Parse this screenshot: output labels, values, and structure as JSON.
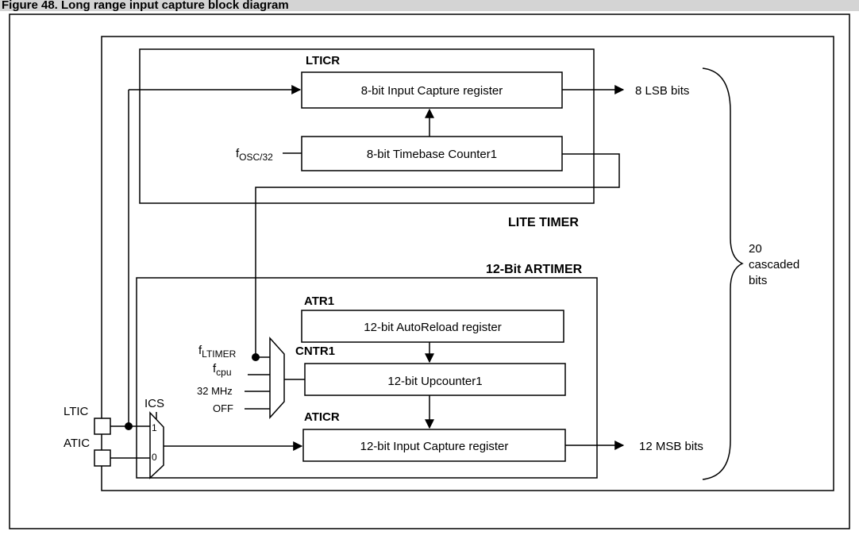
{
  "figure": {
    "title": "Figure 48. Long range input capture block diagram"
  },
  "lite_timer": {
    "label": "LITE TIMER",
    "lticr_label": "LTICR",
    "capture_register": "8-bit Input Capture register",
    "timebase_counter": "8-bit Timebase Counter1",
    "clock_input_main": "f",
    "clock_input_sub": "OSC/32",
    "output": "8 LSB bits"
  },
  "artimer": {
    "label": "12-Bit ARTIMER",
    "atr1_label": "ATR1",
    "autoreload_register": "12-bit AutoReload register",
    "cntr1_label": "CNTR1",
    "upcounter": "12-bit Upcounter1",
    "aticr_label": "ATICR",
    "capture_register": "12-bit Input Capture register",
    "output": "12 MSB bits",
    "clock_sources": [
      {
        "main": "f",
        "sub": "LTIMER"
      },
      {
        "main": "f",
        "sub": "cpu"
      },
      {
        "main": "32 MHz",
        "sub": ""
      },
      {
        "main": "OFF",
        "sub": ""
      }
    ]
  },
  "pins": {
    "ltic": "LTIC",
    "atic": "ATIC",
    "ics": "ICS",
    "mux_in1": "1",
    "mux_in0": "0"
  },
  "cascade": {
    "line1": "20",
    "line2": "cascaded",
    "line3": "bits"
  }
}
